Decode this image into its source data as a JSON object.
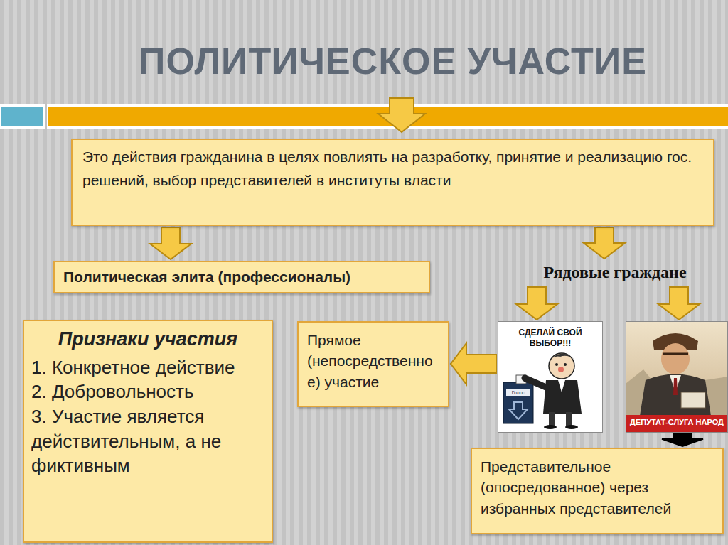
{
  "diagram": {
    "title": "ПОЛИТИЧЕСКОЕ УЧАСТИЕ",
    "nodes": [
      {
        "text": [
          "Это действия гражданина в целях повлиять на разработку, принятие и реализацию гос. решений, выбор представителей в институты власти"
        ]
      },
      {
        "text": [
          "Политическая элита (профессионалы)"
        ]
      },
      {
        "text": [
          "Рядовые граждане"
        ]
      },
      {
        "text": [
          "Признаки участия",
          "1. Конкретное действие",
          "2. Добровольность",
          "3. Участие является действительным, а не фиктивным"
        ]
      },
      {
        "text": [
          "Прямое (непосредственное) участие"
        ]
      },
      {
        "text": [
          "СДЕЛАЙ СВОЙ ВЫБОР!!!"
        ]
      },
      {
        "text": [
          "ДЕПУТАТ-СЛУГА НАРОД"
        ]
      },
      {
        "text": [
          "Представительное (опосредованное) через избранных представителей"
        ]
      }
    ],
    "edges": [
      {
        "from": 0,
        "to": 1,
        "arrow": "to"
      },
      {
        "from": 0,
        "to": 2,
        "arrow": "to"
      },
      {
        "from": 2,
        "to": 5,
        "arrow": "to"
      },
      {
        "from": 2,
        "to": 6,
        "arrow": "to"
      },
      {
        "from": 5,
        "to": 4,
        "arrow": "to"
      },
      {
        "from": 6,
        "to": 7,
        "arrow": "to"
      }
    ],
    "labels": [
      "Голос"
    ]
  }
}
